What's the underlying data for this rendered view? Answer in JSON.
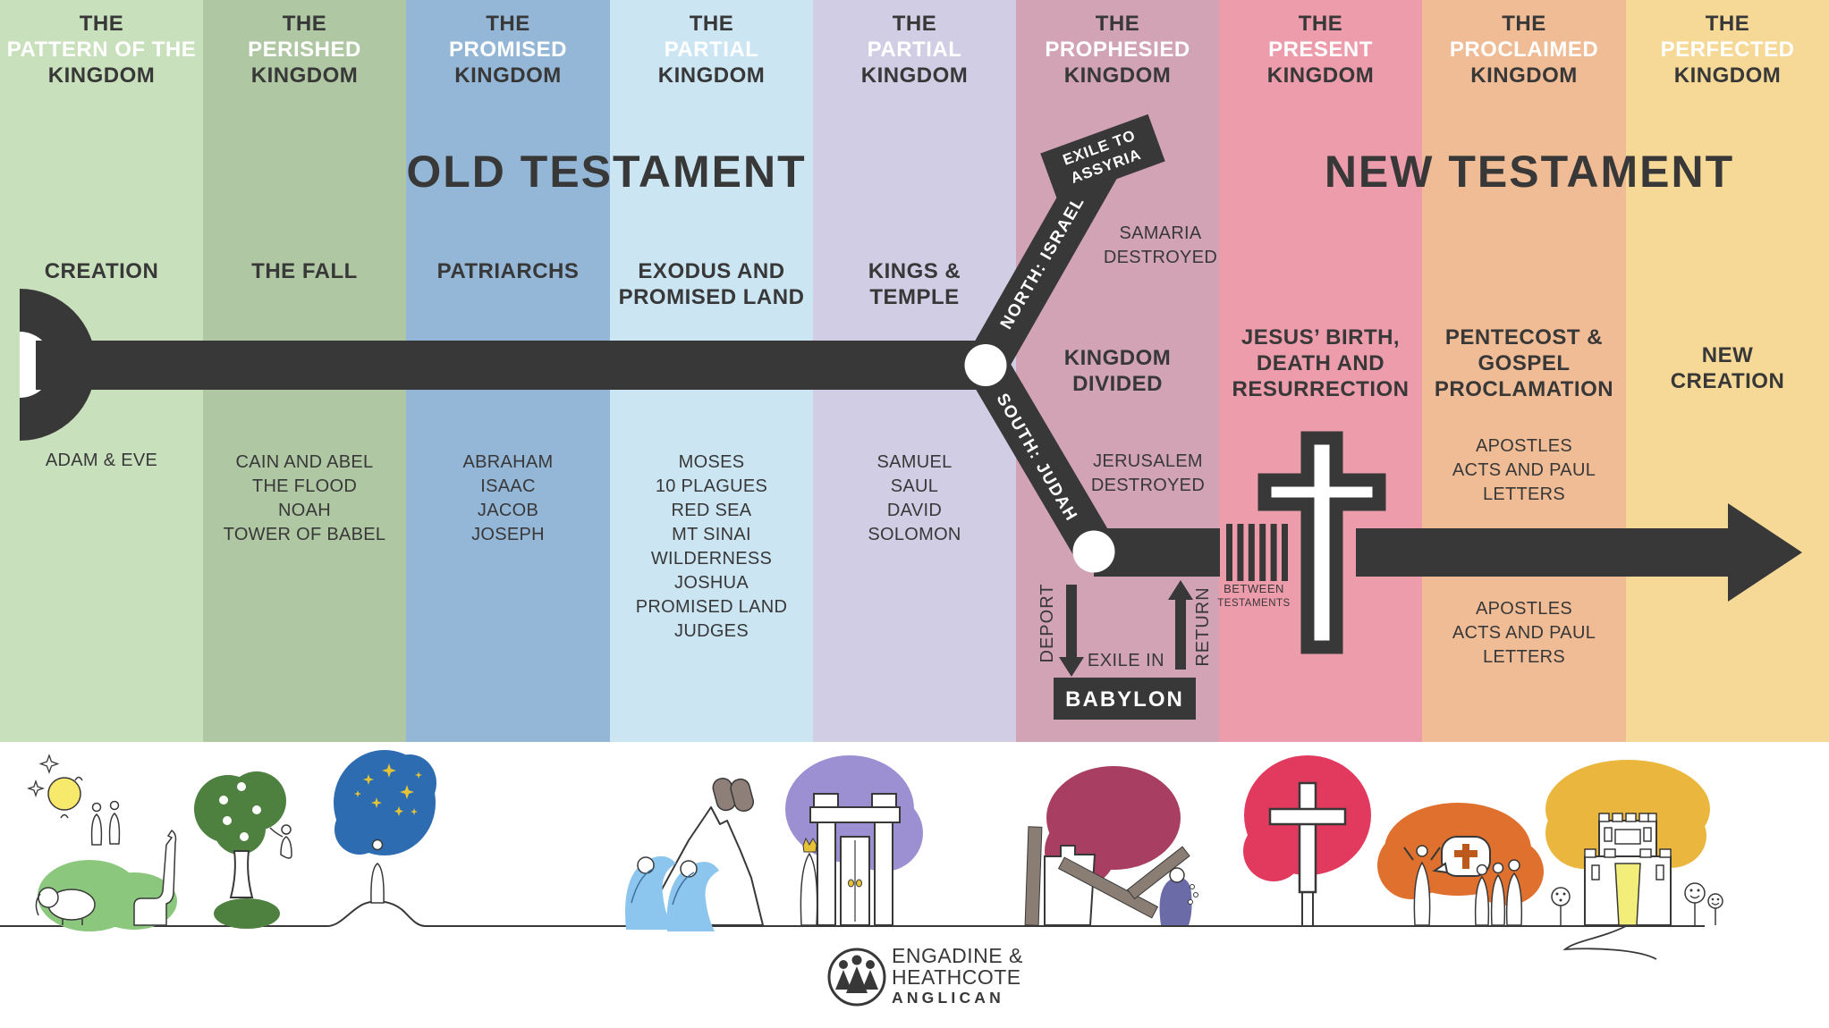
{
  "theme": {
    "charcoal": "#383838",
    "col1": "#c9e0bc",
    "col2": "#afc7a2",
    "col3": "#94b7d7",
    "col4": "#cbe5f3",
    "col5": "#d1cde5",
    "col6": "#d2a3b5",
    "col7": "#ec9cab",
    "col8": "#f0bc95",
    "col9": "#f6d996",
    "sun_yellow": "#f6e96b",
    "eden_green": "#8bc87d",
    "tree_green": "#4e8040",
    "night_blue": "#2e6cb2",
    "star_gold": "#e6c235",
    "wave_blue": "#8cc6ee",
    "wave_line": "#3c6f9e",
    "tablet_gray": "#8e8078",
    "temple_purple": "#9c90d3",
    "ruin_berry": "#a93e63",
    "ruin_gray": "#8a7d73",
    "mourner_purple": "#6b6ba8",
    "cross_red": "#e23a5e",
    "proclaim_orange": "#e0702d",
    "bubble_cross": "#bc5a1e",
    "city_gold": "#eab63d",
    "gate_yellow": "#f3ee7a"
  },
  "columns": [
    {
      "header": [
        "THE",
        "PATTERN OF THE",
        "KINGDOM"
      ],
      "title": [
        "CREATION"
      ],
      "items": [
        "ADAM & EVE"
      ]
    },
    {
      "header": [
        "THE",
        "PERISHED",
        "KINGDOM"
      ],
      "title": [
        "THE FALL"
      ],
      "items": [
        "CAIN AND ABEL",
        "THE FLOOD",
        "NOAH",
        "TOWER OF BABEL"
      ]
    },
    {
      "header": [
        "THE",
        "PROMISED",
        "KINGDOM"
      ],
      "title": [
        "PATRIARCHS"
      ],
      "items": [
        "ABRAHAM",
        "ISAAC",
        "JACOB",
        "JOSEPH"
      ]
    },
    {
      "header": [
        "THE",
        "PARTIAL",
        "KINGDOM"
      ],
      "title": [
        "EXODUS AND",
        "PROMISED LAND"
      ],
      "items": [
        "MOSES",
        "10 PLAGUES",
        "RED SEA",
        "MT SINAI",
        "WILDERNESS",
        "JOSHUA",
        "PROMISED LAND",
        "JUDGES"
      ]
    },
    {
      "header": [
        "THE",
        "PARTIAL",
        "KINGDOM"
      ],
      "title": [
        "KINGS &",
        "TEMPLE"
      ],
      "items": [
        "SAMUEL",
        "SAUL",
        "DAVID",
        "SOLOMON"
      ]
    },
    {
      "header": [
        "THE",
        "PROPHESIED",
        "KINGDOM"
      ]
    },
    {
      "header": [
        "THE",
        "PRESENT",
        "KINGDOM"
      ],
      "title": [
        "JESUS’ BIRTH,",
        "DEATH AND",
        "RESURRECTION"
      ]
    },
    {
      "header": [
        "THE",
        "PROCLAIMED",
        "KINGDOM"
      ],
      "title": [
        "PENTECOST &",
        "GOSPEL",
        "PROCLAMATION"
      ],
      "items_top": [
        "APOSTLES",
        "ACTS AND PAUL",
        "LETTERS"
      ],
      "items_bottom": [
        "APOSTLES",
        "ACTS AND PAUL",
        "LETTERS"
      ]
    },
    {
      "header": [
        "THE",
        "PERFECTED",
        "KINGDOM"
      ],
      "title": [
        "NEW",
        "CREATION"
      ]
    }
  ],
  "testaments": {
    "old": "OLD TESTAMENT",
    "new": "NEW TESTAMENT"
  },
  "timeline": {
    "north_label": "NORTH: ISRAEL",
    "south_label": "SOUTH: JUDAH",
    "exile_sign": [
      "EXILE TO",
      "ASSYRIA"
    ],
    "samaria": [
      "SAMARIA",
      "DESTROYED"
    ],
    "kingdom_divided": [
      "KINGDOM",
      "DIVIDED"
    ],
    "jerusalem": [
      "JERUSALEM",
      "DESTROYED"
    ],
    "deport_label": "DEPORT",
    "exile_in_label": "EXILE IN",
    "babylon_label": "BABYLON",
    "return_label": "RETURN",
    "between": [
      "BETWEEN",
      "TESTAMENTS"
    ]
  },
  "logo": {
    "line1": "ENGADINE &",
    "line2": "HEATHCOTE",
    "line3": "ANGLICAN"
  }
}
